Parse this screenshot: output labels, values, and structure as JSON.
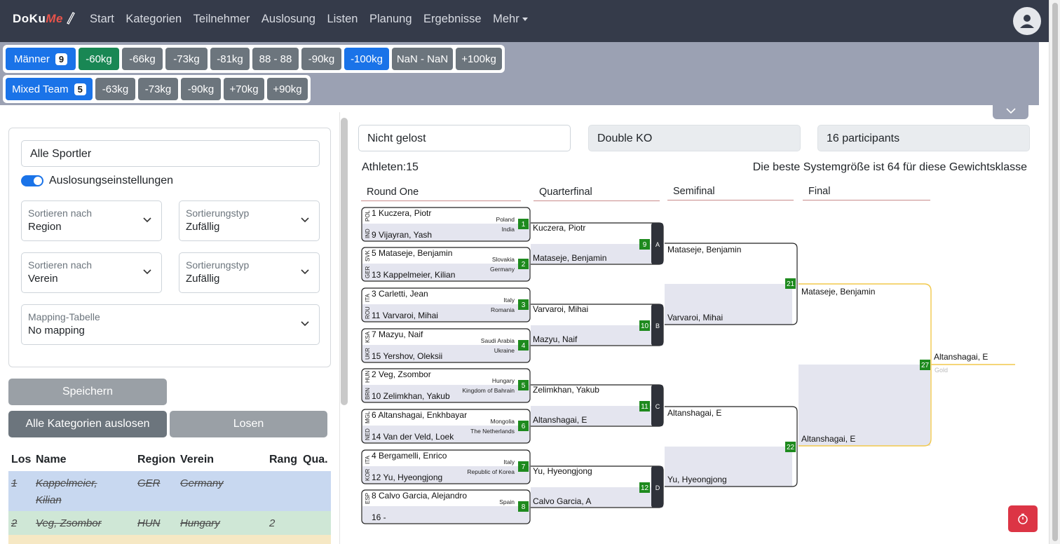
{
  "app": {
    "logo_main": "DoKu",
    "logo_accent": "Me"
  },
  "nav": [
    "Start",
    "Kategorien",
    "Teilnehmer",
    "Auslosung",
    "Listen",
    "Planung",
    "Ergebnisse",
    "Mehr"
  ],
  "categories": {
    "men": {
      "label": "Männer",
      "count": "9",
      "weights": [
        "-60kg",
        "-66kg",
        "-73kg",
        "-81kg",
        "88 - 88",
        "-90kg",
        "-100kg",
        "NaN - NaN",
        "+100kg"
      ],
      "active": "-60kg",
      "selected": "-100kg"
    },
    "mixed": {
      "label": "Mixed Team",
      "count": "5",
      "weights": [
        "-63kg",
        "-73kg",
        "-90kg",
        "+70kg",
        "+90kg"
      ]
    }
  },
  "colors": {
    "nav_bg": "#353b4a",
    "band_bg": "#9ba1b3",
    "primary": "#1a73e8",
    "success": "#198754",
    "secondary": "#6c757d",
    "danger": "#dc3545",
    "bracket_green": "#1e8a1e",
    "gold_line": "#f2c94c"
  },
  "left": {
    "filter_value": "Alle Sportler",
    "switch_label": "Auslosungseinstellungen",
    "sort1": {
      "label": "Sortieren nach",
      "value": "Region"
    },
    "type1": {
      "label": "Sortierungstyp",
      "value": "Zufällig"
    },
    "sort2": {
      "label": "Sortieren nach",
      "value": "Verein"
    },
    "type2": {
      "label": "Sortierungstyp",
      "value": "Zufällig"
    },
    "mapping": {
      "label": "Mapping-Tabelle",
      "value": "No mapping"
    },
    "save": "Speichern",
    "draw_all": "Alle Kategorien auslosen",
    "draw": "Losen",
    "table": {
      "headers": [
        "Los",
        "Name",
        "Region",
        "Verein",
        "Rang",
        "Qua."
      ],
      "rows": [
        {
          "los": "1",
          "name1": "Kappelmeier,",
          "name2": "Kilian",
          "region": "GER",
          "verein": "Germany",
          "rang": ""
        },
        {
          "los": "2",
          "name1": "Veg, Zsombor",
          "name2": "",
          "region": "HUN",
          "verein": "Hungary",
          "rang": "2"
        }
      ]
    }
  },
  "right": {
    "status": "Nicht gelost",
    "system": "Double KO",
    "participants": "16 participants",
    "athletes": "Athleten:15",
    "best_size": "Die beste Systemgröße ist 64 für diese Gewichtsklasse",
    "rounds": [
      "Round One",
      "Quarterfinal",
      "Semifinal",
      "Final"
    ]
  },
  "bracket": {
    "r1": [
      {
        "n": "1",
        "top": {
          "code": "POL",
          "name": "1 Kuczera, Piotr",
          "country": "Poland"
        },
        "bot": {
          "code": "IND",
          "name": "9 Vijayran, Yash",
          "country": "India"
        }
      },
      {
        "n": "2",
        "top": {
          "code": "SVK",
          "name": "5 Mataseje, Benjamin",
          "country": "Slovakia"
        },
        "bot": {
          "code": "GER",
          "name": "13 Kappelmeier, Kilian",
          "country": "Germany"
        }
      },
      {
        "n": "3",
        "top": {
          "code": "ITA",
          "name": "3 Carletti, Jean",
          "country": "Italy"
        },
        "bot": {
          "code": "ROU",
          "name": "11 Varvaroi, Mihai",
          "country": "Romania"
        }
      },
      {
        "n": "4",
        "top": {
          "code": "KSA",
          "name": "7 Mazyu, Naif",
          "country": "Saudi Arabia"
        },
        "bot": {
          "code": "UKR",
          "name": "15 Yershov, Oleksii",
          "country": "Ukraine"
        }
      },
      {
        "n": "5",
        "top": {
          "code": "HUN",
          "name": "2 Veg, Zsombor",
          "country": "Hungary"
        },
        "bot": {
          "code": "BRN",
          "name": "10 Zelimkhan, Yakub",
          "country": "Kingdom of Bahrain"
        }
      },
      {
        "n": "6",
        "top": {
          "code": "MGL",
          "name": "6 Altanshagai, Enkhbayar",
          "country": "Mongolia"
        },
        "bot": {
          "code": "NED",
          "name": "14 Van der Veld, Loek",
          "country": "The Netherlands"
        }
      },
      {
        "n": "7",
        "top": {
          "code": "ITA",
          "name": "4 Bergamelli, Enrico",
          "country": "Italy"
        },
        "bot": {
          "code": "KOR",
          "name": "12 Yu, Hyeongjong",
          "country": "Republic of Korea"
        }
      },
      {
        "n": "8",
        "top": {
          "code": "ESP",
          "name": "8 Calvo Garcia, Alejandro",
          "country": "Spain"
        },
        "bot": {
          "code": "",
          "name": "16 -",
          "country": ""
        }
      }
    ],
    "qf": [
      {
        "n": "9",
        "letter": "A",
        "top": "Kuczera, Piotr",
        "bot": "Mataseje, Benjamin"
      },
      {
        "n": "10",
        "letter": "B",
        "top": "Varvaroi, Mihai",
        "bot": "Mazyu, Naif"
      },
      {
        "n": "11",
        "letter": "C",
        "top": "Zelimkhan, Yakub",
        "bot": "Altanshagai, E"
      },
      {
        "n": "12",
        "letter": "D",
        "top": "Yu, Hyeongjong",
        "bot": "Calvo Garcia, A"
      }
    ],
    "sf": [
      {
        "n": "21",
        "top": "Mataseje, Benjamin",
        "bot": "Varvaroi, Mihai"
      },
      {
        "n": "22",
        "top": "Altanshagai, E",
        "bot": "Yu, Hyeongjong"
      }
    ],
    "final": {
      "n": "27",
      "top": "Mataseje, Benjamin",
      "bot": "Altanshagai, E",
      "winner": "Altanshagai, E",
      "medal": "Gold"
    }
  }
}
